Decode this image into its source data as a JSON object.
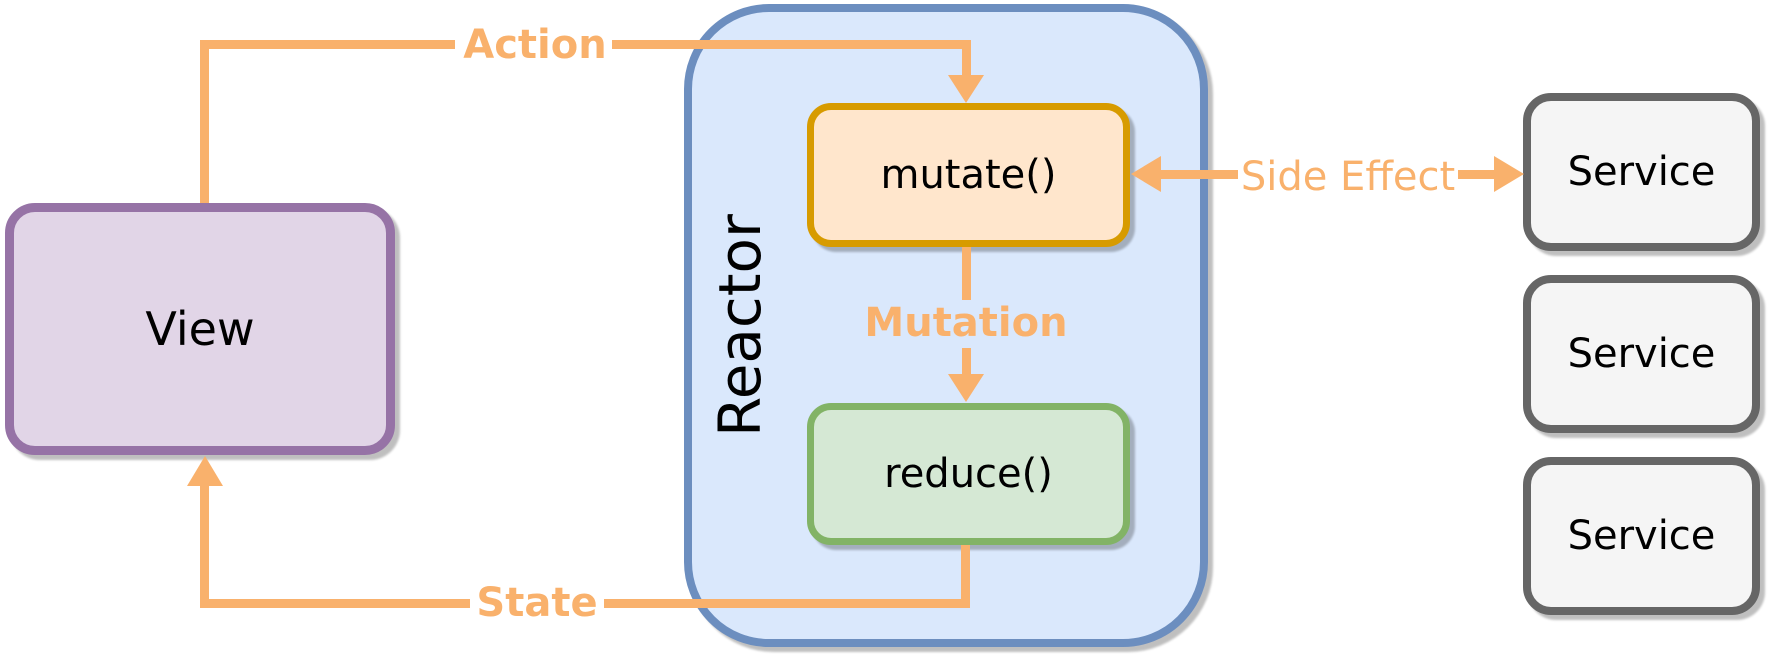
{
  "nodes": {
    "view": {
      "label": "View",
      "fill": "#E1D5E7",
      "stroke": "#9673A6"
    },
    "reactor": {
      "label": "Reactor",
      "fill": "#DAE8FC",
      "stroke": "#6C8EBF"
    },
    "mutate": {
      "label": "mutate()",
      "fill": "#FFE6CC",
      "stroke": "#D79B00"
    },
    "reduce": {
      "label": "reduce()",
      "fill": "#D5E8D4",
      "stroke": "#82B366"
    },
    "services": [
      {
        "label": "Service"
      },
      {
        "label": "Service"
      },
      {
        "label": "Service"
      }
    ],
    "service_style": {
      "fill": "#F5F5F5",
      "stroke": "#666666"
    }
  },
  "edges": {
    "action": {
      "label": "Action",
      "from": "View",
      "to": "mutate()"
    },
    "mutation": {
      "label": "Mutation",
      "from": "mutate()",
      "to": "reduce()"
    },
    "state": {
      "label": "State",
      "from": "reduce()",
      "to": "View"
    },
    "side_effect": {
      "label": "Side Effect",
      "between": [
        "mutate()",
        "Service"
      ],
      "bidirectional": true
    }
  },
  "accent_color": "#F9B16C"
}
